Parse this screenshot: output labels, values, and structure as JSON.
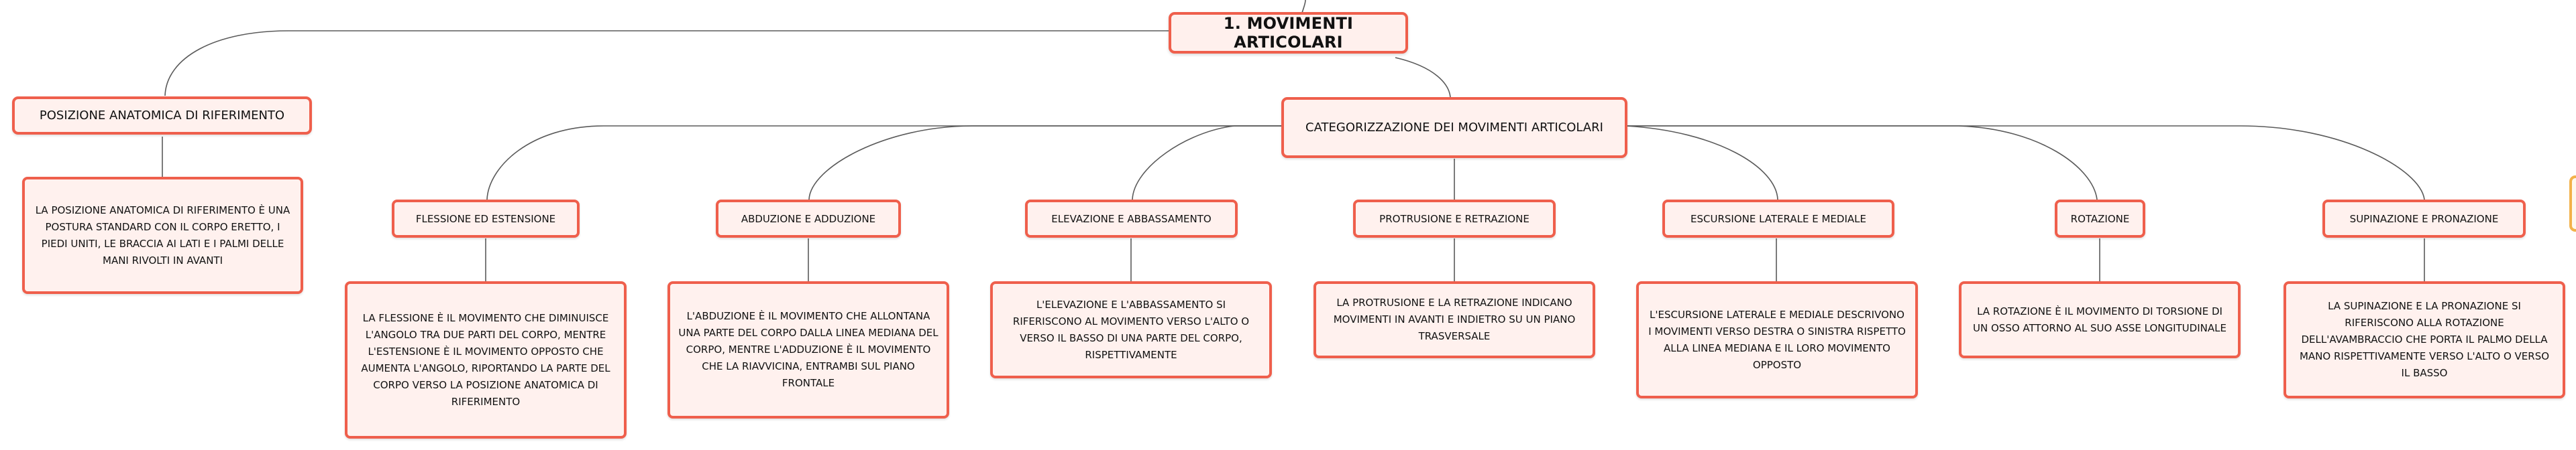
{
  "map": {
    "root": "1. MOVIMENTI ARTICOLARI",
    "posizione": {
      "title": "POSIZIONE ANATOMICA DI RIFERIMENTO",
      "description": "LA POSIZIONE ANATOMICA DI RIFERIMENTO È UNA POSTURA STANDARD CON IL CORPO ERETTO, I PIEDI UNITI, LE BRACCIA AI LATI E I PALMI DELLE MANI RIVOLTI IN AVANTI"
    },
    "categorizzazione": {
      "title": "CATEGORIZZAZIONE DEI MOVIMENTI ARTICOLARI"
    },
    "categories": [
      {
        "title": "FLESSIONE ED ESTENSIONE",
        "description": "LA FLESSIONE È IL MOVIMENTO CHE DIMINUISCE L'ANGOLO TRA DUE PARTI DEL CORPO, MENTRE L'ESTENSIONE È IL MOVIMENTO OPPOSTO CHE AUMENTA L'ANGOLO, RIPORTANDO LA PARTE DEL CORPO VERSO LA POSIZIONE ANATOMICA DI RIFERIMENTO"
      },
      {
        "title": "ABDUZIONE E ADDUZIONE",
        "description": "L'ABDUZIONE È IL MOVIMENTO CHE ALLONTANA UNA PARTE DEL CORPO DALLA LINEA MEDIANA DEL CORPO, MENTRE L'ADDUZIONE È IL MOVIMENTO CHE LA RIAVVICINA, ENTRAMBI SUL PIANO FRONTALE"
      },
      {
        "title": "ELEVAZIONE E ABBASSAMENTO",
        "description": "L'ELEVAZIONE E L'ABBASSAMENTO SI RIFERISCONO AL MOVIMENTO VERSO L'ALTO O VERSO IL BASSO DI UNA PARTE DEL CORPO, RISPETTIVAMENTE"
      },
      {
        "title": "PROTRUSIONE E RETRAZIONE",
        "description": "LA PROTRUSIONE E LA RETRAZIONE INDICANO MOVIMENTI IN AVANTI E INDIETRO SU UN PIANO TRASVERSALE"
      },
      {
        "title": "ESCURSIONE LATERALE E MEDIALE",
        "description": "L'ESCURSIONE LATERALE E MEDIALE DESCRIVONO I MOVIMENTI VERSO DESTRA O SINISTRA RISPETTO ALLA LINEA MEDIANA E IL LORO MOVIMENTO OPPOSTO"
      },
      {
        "title": "ROTAZIONE",
        "description": "LA ROTAZIONE È IL MOVIMENTO DI TORSIONE DI UN OSSO ATTORNO AL SUO ASSE LONGITUDINALE"
      },
      {
        "title": "SUPINAZIONE E PRONAZIONE",
        "description": "LA SUPINAZIONE E LA PRONAZIONE SI RIFERISCONO ALLA ROTAZIONE DELL'AVAMBRACCIO CHE PORTA IL PALMO DELLA MANO RISPETTIVAMENTE VERSO L'ALTO O VERSO IL BASSO"
      }
    ]
  },
  "colors": {
    "node_border": "#ef5f4c",
    "node_fill": "#fff1ee",
    "connector": "#5a5a5a",
    "offscreen_node_border": "#f3b24a"
  }
}
